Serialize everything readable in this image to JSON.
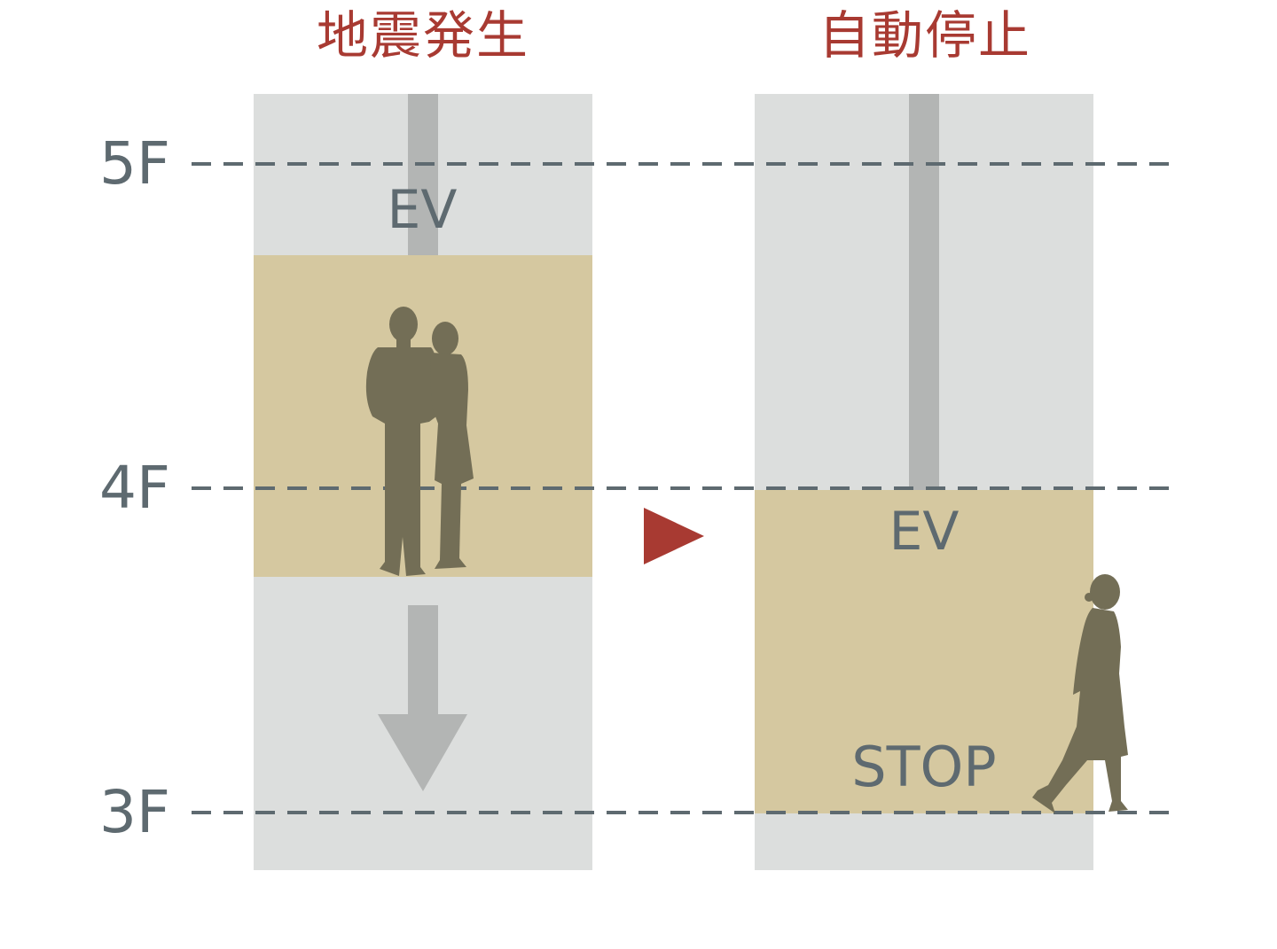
{
  "titles": {
    "left": "地震発生",
    "right": "自動停止"
  },
  "floors": {
    "f5": "5F",
    "f4": "4F",
    "f3": "3F"
  },
  "elevator": {
    "left_label": "EV",
    "right_label": "EV",
    "stop_label": "STOP"
  },
  "colors": {
    "title": "#a83a32",
    "arrow": "#a83a32",
    "shaft": "#dcdedd",
    "cable": "#b3b5b4",
    "car": "#d5c8a0",
    "silhouette": "#736e56",
    "text": "#5e6a70"
  },
  "icons": {
    "transition": "triangle-right-icon",
    "descending": "arrow-down-icon",
    "people": "couple-silhouette-icon",
    "walker": "woman-walking-silhouette-icon"
  }
}
